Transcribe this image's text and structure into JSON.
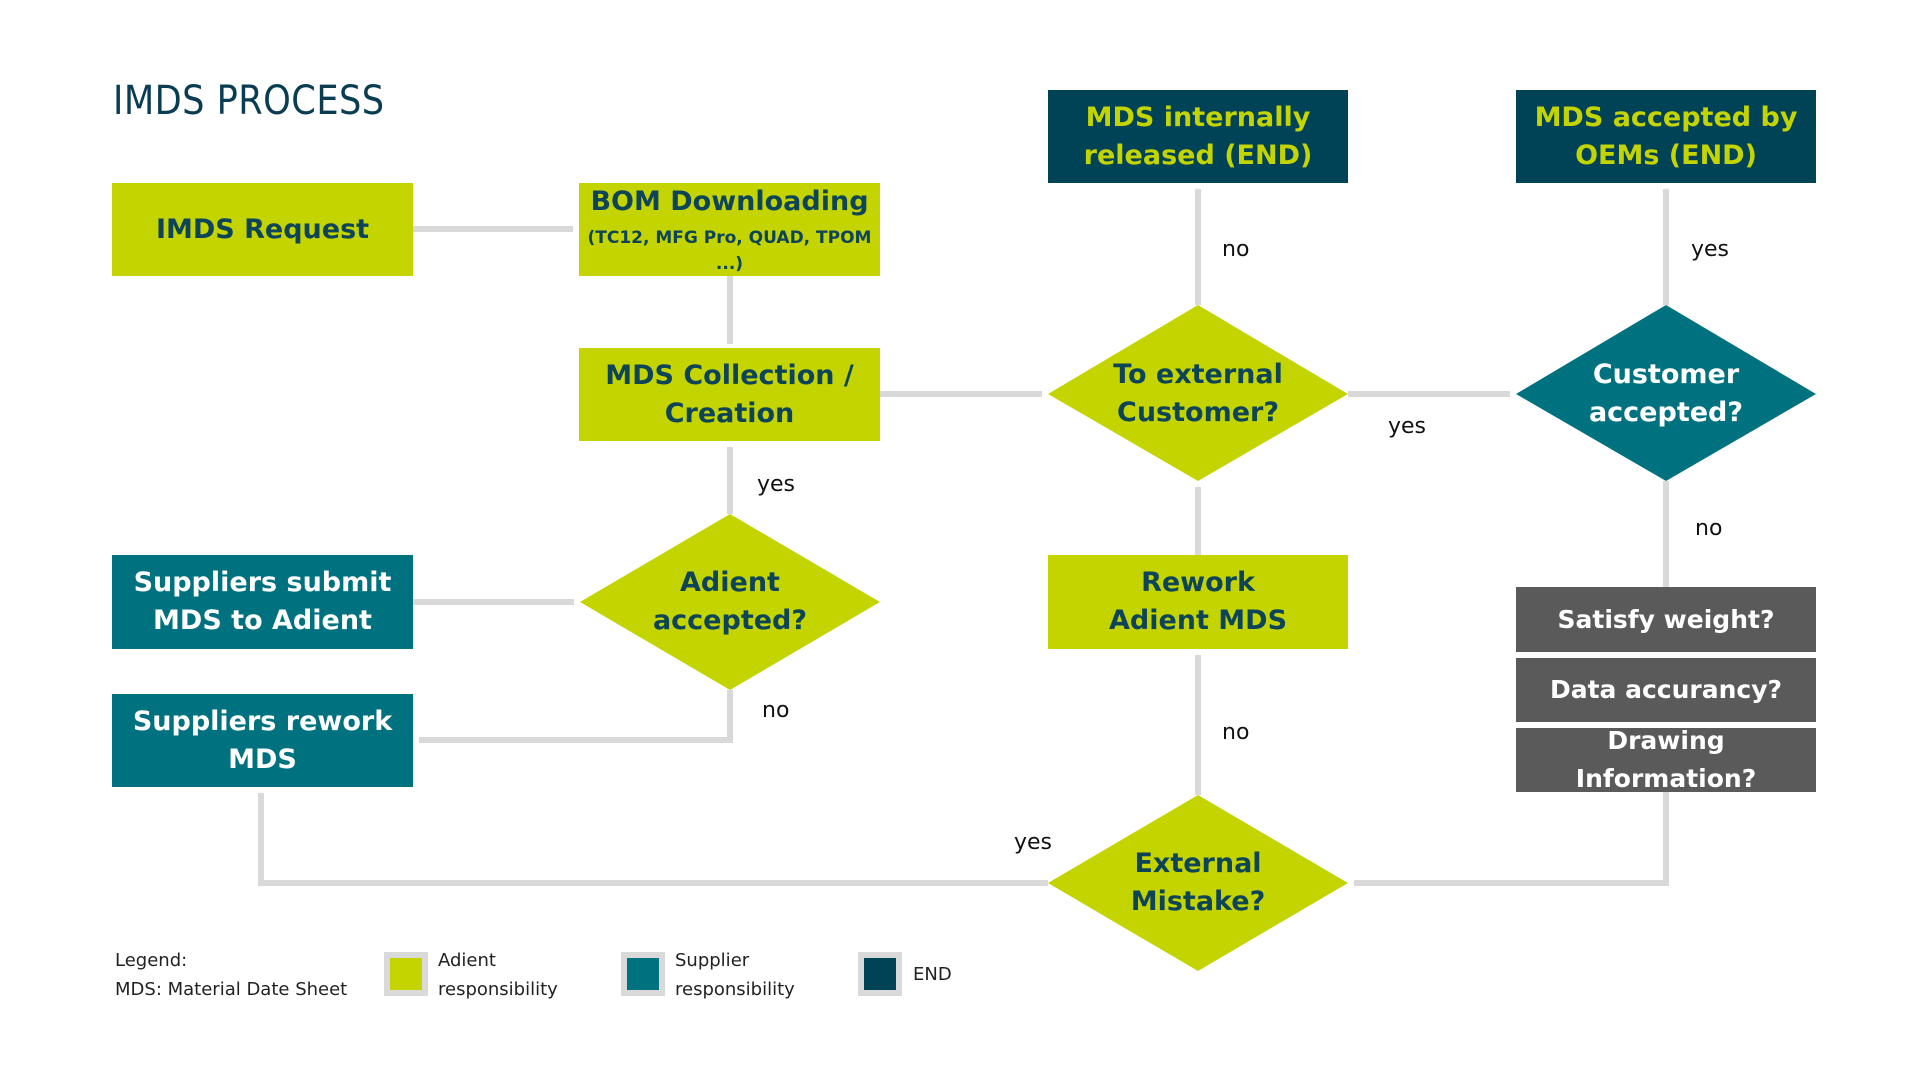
{
  "title": "IMDS PROCESS",
  "colors": {
    "adient": "#c3d400",
    "supplier": "#00727f",
    "end": "#004256",
    "check": "#5a5a5a",
    "connector": "#d9d9d9",
    "text_dark": "#0d4457"
  },
  "nodes": {
    "imds_request": {
      "label": "IMDS Request",
      "type": "process",
      "role": "adient"
    },
    "bom_downloading": {
      "label": "BOM Downloading",
      "sublabel": "(TC12, MFG Pro, QUAD, TPOM ...)",
      "type": "process",
      "role": "adient"
    },
    "mds_collection": {
      "label_line1": "MDS Collection /",
      "label_line2": "Creation",
      "type": "process",
      "role": "adient"
    },
    "adient_accepted": {
      "label_line1": "Adient",
      "label_line2": "accepted?",
      "type": "decision",
      "role": "adient"
    },
    "suppliers_submit": {
      "label_line1": "Suppliers submit",
      "label_line2": "MDS to Adient",
      "type": "process",
      "role": "supplier"
    },
    "suppliers_rework": {
      "label_line1": "Suppliers rework",
      "label_line2": "MDS",
      "type": "process",
      "role": "supplier"
    },
    "mds_internally_released": {
      "label_line1": "MDS internally",
      "label_line2": "released (END)",
      "type": "terminal",
      "role": "end"
    },
    "to_external_customer": {
      "label_line1": "To external",
      "label_line2": "Customer?",
      "type": "decision",
      "role": "adient"
    },
    "rework_adient_mds": {
      "label_line1": "Rework",
      "label_line2": "Adient MDS",
      "type": "process",
      "role": "adient"
    },
    "external_mistake": {
      "label_line1": "External",
      "label_line2": "Mistake?",
      "type": "decision",
      "role": "adient"
    },
    "mds_accepted_oems": {
      "label_line1": "MDS accepted by",
      "label_line2": "OEMs (END)",
      "type": "terminal",
      "role": "end"
    },
    "customer_accepted": {
      "label_line1": "Customer",
      "label_line2": "accepted?",
      "type": "decision",
      "role": "supplier"
    },
    "satisfy_weight": {
      "label": "Satisfy weight?",
      "type": "check"
    },
    "data_accuracy": {
      "label": "Data accurancy?",
      "type": "check"
    },
    "drawing_information": {
      "label": "Drawing Information?",
      "type": "check"
    }
  },
  "edges": [
    {
      "from": "imds_request",
      "to": "bom_downloading",
      "label": ""
    },
    {
      "from": "bom_downloading",
      "to": "mds_collection",
      "label": ""
    },
    {
      "from": "suppliers_submit",
      "to": "adient_accepted",
      "label": ""
    },
    {
      "from": "adient_accepted",
      "to": "mds_collection",
      "label": "yes"
    },
    {
      "from": "adient_accepted",
      "to": "suppliers_rework",
      "label": "no"
    },
    {
      "from": "mds_collection",
      "to": "to_external_customer",
      "label": ""
    },
    {
      "from": "to_external_customer",
      "to": "mds_internally_released",
      "label": "no"
    },
    {
      "from": "to_external_customer",
      "to": "customer_accepted",
      "label": "yes"
    },
    {
      "from": "customer_accepted",
      "to": "mds_accepted_oems",
      "label": "yes"
    },
    {
      "from": "customer_accepted",
      "to": "satisfy_weight",
      "label": "no"
    },
    {
      "from": "drawing_information",
      "to": "external_mistake",
      "label": ""
    },
    {
      "from": "external_mistake",
      "to": "rework_adient_mds",
      "label": "no"
    },
    {
      "from": "external_mistake",
      "to": "suppliers_rework",
      "label": "yes"
    },
    {
      "from": "rework_adient_mds",
      "to": "to_external_customer",
      "label": ""
    }
  ],
  "edge_labels": {
    "adient_yes": "yes",
    "adient_no": "no",
    "external_no": "no",
    "external_yes": "yes",
    "customer_yes": "yes",
    "customer_no": "no",
    "mistake_no": "no",
    "mistake_yes": "yes"
  },
  "legend": {
    "heading": "Legend:",
    "abbreviation": "MDS: Material Date Sheet",
    "items": [
      {
        "line1": "Adient",
        "line2": "responsibility",
        "color": "#c3d400"
      },
      {
        "line1": "Supplier",
        "line2": "responsibility",
        "color": "#00727f"
      },
      {
        "line1": "END",
        "line2": "",
        "color": "#004256"
      }
    ]
  }
}
